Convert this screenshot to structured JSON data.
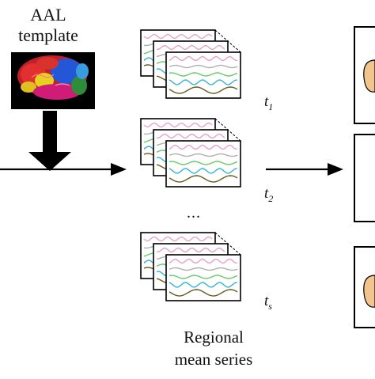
{
  "template": {
    "line1": "AAL",
    "line2": "template"
  },
  "series_stacks": [
    {
      "label_base": "t",
      "label_sub": "1"
    },
    {
      "label_base": "t",
      "label_sub": "2"
    },
    {
      "label_base": "t",
      "label_sub": "s"
    }
  ],
  "ellipsis": "...",
  "regional_caption": {
    "line1": "Regional",
    "line2": "mean series"
  },
  "colors": {
    "line": "#000000",
    "pink": "#e8a0c8",
    "green": "#66cc66",
    "cyan": "#33b5d6",
    "olive": "#6b5a20",
    "gray": "#b0b0b0",
    "brain_fill": "#f2c48e"
  }
}
